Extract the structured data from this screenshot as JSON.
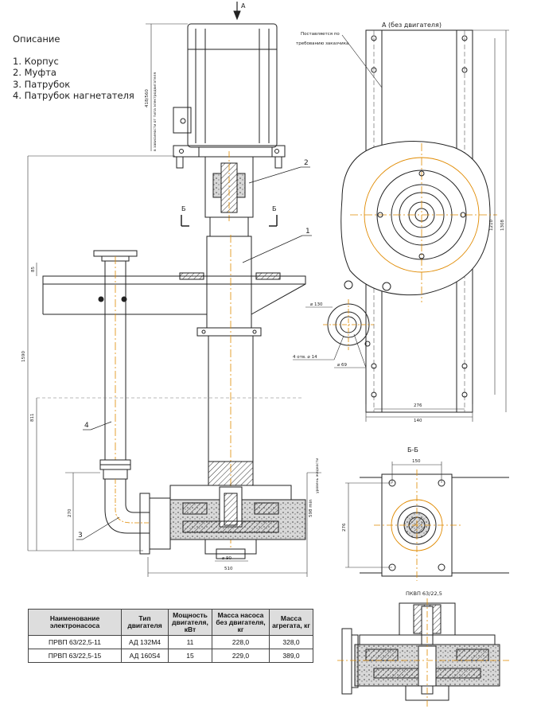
{
  "description": {
    "title": "Описание",
    "items": [
      "1. Корпус",
      "2. Муфта",
      "3. Патрубок",
      "4. Патрубок нагнетателя"
    ]
  },
  "notes": {
    "view_a_arrow": "А",
    "view_a_title": "А (без двигателя)",
    "supplied_note": "Поставляется по",
    "supplied_note2": "требованию заказчика",
    "section_label": "Б",
    "section_title": "Б-Б",
    "detail_title": "ПКВП 63/22,5",
    "motor_dim_note": "в зависимости от типа электродвигателя",
    "liquid_level": "уровень жидкости",
    "holes_note": "4 отв. ⌀ 14",
    "callouts": [
      "1",
      "2",
      "3",
      "4"
    ]
  },
  "dimensions": {
    "motor_h": "418/560",
    "d85": "85",
    "d1590": "1590",
    "d811": "811",
    "d270": "270",
    "d510": "510",
    "d90": "⌀ 90",
    "d598": "598 min",
    "d130": "⌀ 130",
    "d69": "⌀ 69",
    "d276": "276",
    "d140": "140",
    "d1210": "1210",
    "d1308": "1308",
    "d150": "150",
    "d276b": "276"
  },
  "table": {
    "headers": [
      "Наименование электронасоса",
      "Тип двигателя",
      "Мощность двигателя, кВт",
      "Масса насоса без двигателя, кг",
      "Масса агрегата, кг"
    ],
    "rows": [
      [
        "ПРВП 63/22,5-11",
        "АД 132М4",
        "11",
        "228,0",
        "328,0"
      ],
      [
        "ПРВП 63/22,5-15",
        "АД 160S4",
        "15",
        "229,0",
        "389,0"
      ]
    ]
  }
}
